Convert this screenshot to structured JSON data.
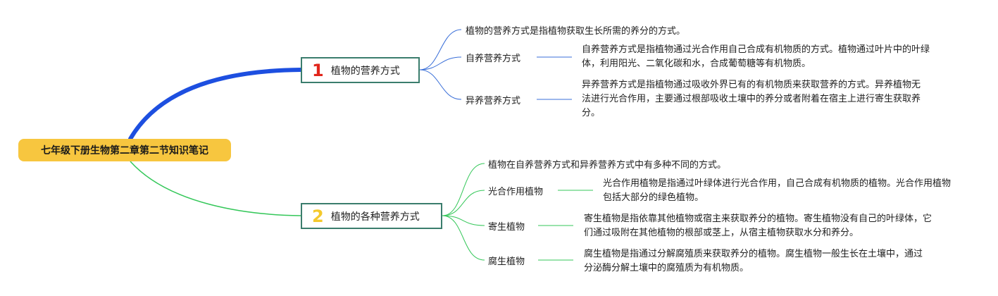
{
  "root": {
    "title": "七年级下册生物第二章第二节知识笔记"
  },
  "branch1": {
    "number": "1",
    "title": "植物的营养方式",
    "intro": "植物的营养方式是指植物获取生长所需的养分的方式。",
    "items": [
      {
        "label": "自养营养方式",
        "desc": "自养营养方式是指植物通过光合作用自己合成有机物质的方式。植物通过叶片中的叶绿体，利用阳光、二氧化碳和水，合成葡萄糖等有机物质。"
      },
      {
        "label": "异养营养方式",
        "desc": "异养营养方式是指植物通过吸收外界已有的有机物质来获取营养的方式。异养植物无法进行光合作用，主要通过根部吸收土壤中的养分或者附着在宿主上进行寄生获取养分。"
      }
    ]
  },
  "branch2": {
    "number": "2",
    "title": "植物的各种营养方式",
    "intro": "植物在自养营养方式和异养营养方式中有多种不同的方式。",
    "items": [
      {
        "label": "光合作用植物",
        "desc": "光合作用植物是指通过叶绿体进行光合作用，自己合成有机物质的植物。光合作用植物包括大部分的绿色植物。"
      },
      {
        "label": "寄生植物",
        "desc": "寄生植物是指依靠其他植物或宿主来获取养分的植物。寄生植物没有自己的叶绿体，它们通过吸附在其他植物的根部或茎上，从宿主植物获取水分和养分。"
      },
      {
        "label": "腐生植物",
        "desc": "腐生植物是指通过分解腐殖质来获取养分的植物。腐生植物一般生长在土壤中，通过分泌酶分解土壤中的腐殖质为有机物质。"
      }
    ]
  },
  "colors": {
    "root": "#f7c63f",
    "branch1_link": "#1d4fe0",
    "branch2_link": "#34c759",
    "node_border": "#3b7d6d",
    "num1": "#e1251b",
    "num2": "#f4c92c"
  }
}
